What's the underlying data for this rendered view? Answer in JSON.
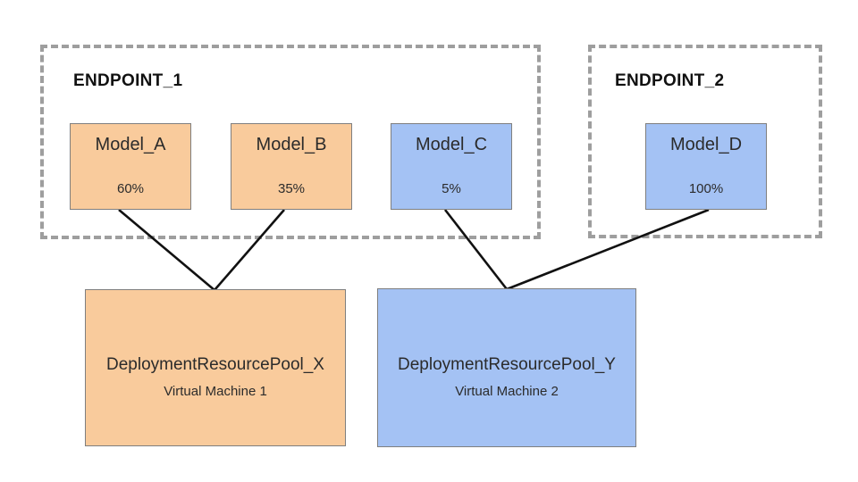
{
  "endpoints": [
    {
      "label": "ENDPOINT_1"
    },
    {
      "label": "ENDPOINT_2"
    }
  ],
  "models": [
    {
      "name": "Model_A",
      "traffic": "60%"
    },
    {
      "name": "Model_B",
      "traffic": "35%"
    },
    {
      "name": "Model_C",
      "traffic": "5%"
    },
    {
      "name": "Model_D",
      "traffic": "100%"
    }
  ],
  "pools": [
    {
      "name": "DeploymentResourcePool_X",
      "machine": "Virtual Machine 1"
    },
    {
      "name": "DeploymentResourcePool_Y",
      "machine": "Virtual Machine 2"
    }
  ],
  "connections": [
    {
      "from": "Model_A",
      "to": "DeploymentResourcePool_X"
    },
    {
      "from": "Model_B",
      "to": "DeploymentResourcePool_X"
    },
    {
      "from": "Model_C",
      "to": "DeploymentResourcePool_Y"
    },
    {
      "from": "Model_D",
      "to": "DeploymentResourcePool_Y"
    }
  ],
  "colors": {
    "orange_fill": "#f9cb9c",
    "blue_fill": "#a4c2f4",
    "box_border": "#7f7f7f",
    "dashed_border": "#9e9e9e",
    "connector": "#111111",
    "text": "#2b2b2b"
  }
}
